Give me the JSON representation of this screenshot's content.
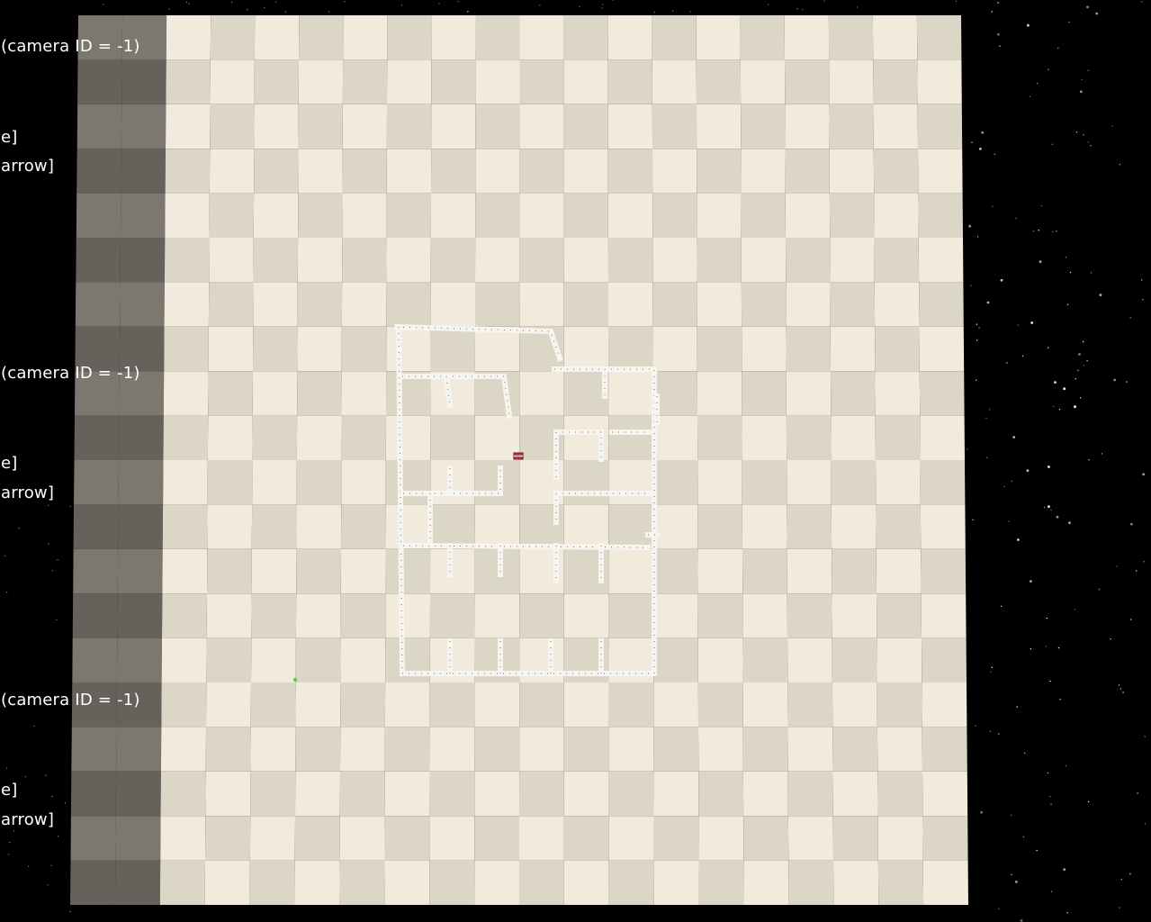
{
  "overlay": {
    "views": [
      {
        "camera_line": "(camera ID = -1)",
        "line2": "e]",
        "line3": "arrow]"
      },
      {
        "camera_line": "(camera ID = -1)",
        "line2": "e]",
        "line3": "arrow]"
      },
      {
        "camera_line": "(camera ID = -1)",
        "line2": "e]",
        "line3": "arrow]"
      }
    ]
  },
  "scene": {
    "background": "#000000",
    "floor_light": "#f2ebdd",
    "floor_dark": "#dcd6c6",
    "edge_light": "#7c7870",
    "edge_dark": "#66625b",
    "wall_color": "#f7f5f0",
    "wall_tick": "#3a3a3a",
    "robot": "red-robot-marker",
    "goal": "green-goal-marker"
  }
}
